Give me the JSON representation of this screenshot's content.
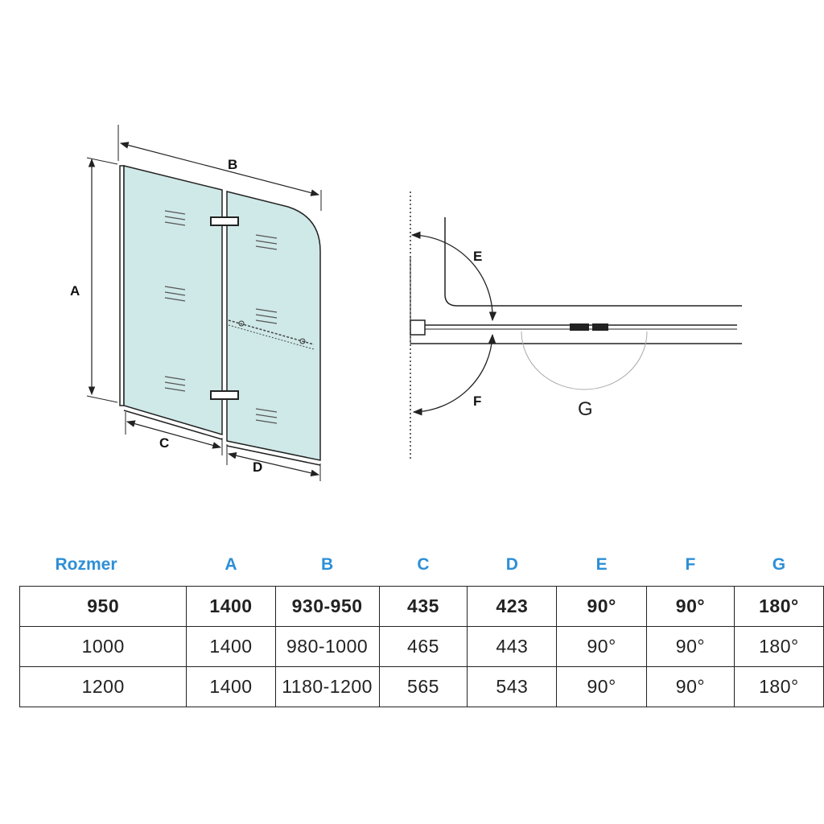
{
  "diagram": {
    "front_labels": {
      "a": "A",
      "b": "B",
      "c": "C",
      "d": "D"
    },
    "top_labels": {
      "e": "E",
      "f": "F",
      "g": "G"
    },
    "colors": {
      "glass": "#cfe8e8",
      "line": "#222222"
    }
  },
  "table": {
    "headers": [
      "Rozmer",
      "A",
      "B",
      "C",
      "D",
      "E",
      "F",
      "G"
    ],
    "rows": [
      [
        "950",
        "1400",
        "930-950",
        "435",
        "423",
        "90°",
        "90°",
        "180°"
      ],
      [
        "1000",
        "1400",
        "980-1000",
        "465",
        "443",
        "90°",
        "90°",
        "180°"
      ],
      [
        "1200",
        "1400",
        "1180-1200",
        "565",
        "543",
        "90°",
        "90°",
        "180°"
      ]
    ],
    "header_color": "#2d8fd6"
  }
}
